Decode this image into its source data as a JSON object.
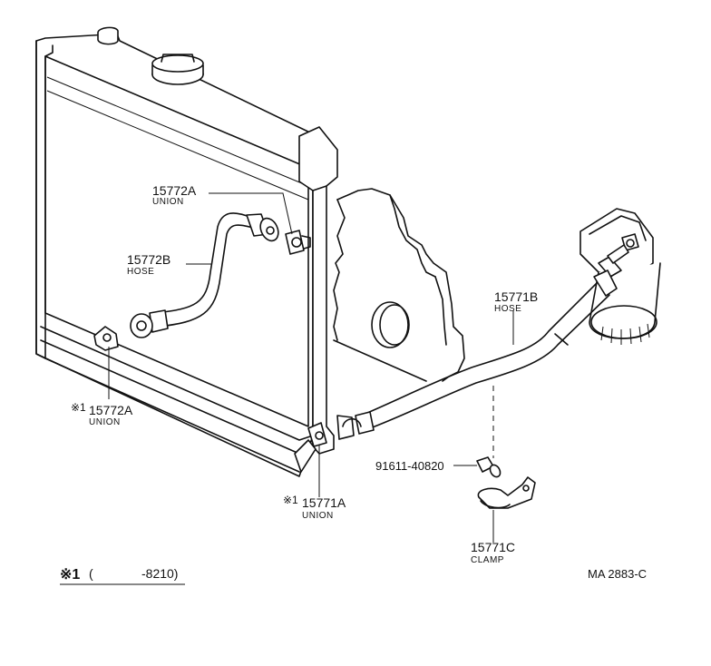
{
  "diagram": {
    "parts": [
      {
        "number": "15772A",
        "name": "UNION"
      },
      {
        "number": "15772B",
        "name": "HOSE"
      },
      {
        "number": "15772A",
        "name": "UNION",
        "mark": "※1"
      },
      {
        "number": "15771A",
        "name": "UNION",
        "mark": "※1"
      },
      {
        "number": "15771B",
        "name": "HOSE"
      },
      {
        "number": "91611-40820",
        "name": ""
      },
      {
        "number": "15771C",
        "name": "CLAMP"
      }
    ],
    "footnote": {
      "mark": "※1",
      "open": "(",
      "range": "-8210)"
    },
    "code": "MA 2883-C",
    "colors": {
      "ink": "#111111",
      "paper": "#ffffff"
    }
  }
}
